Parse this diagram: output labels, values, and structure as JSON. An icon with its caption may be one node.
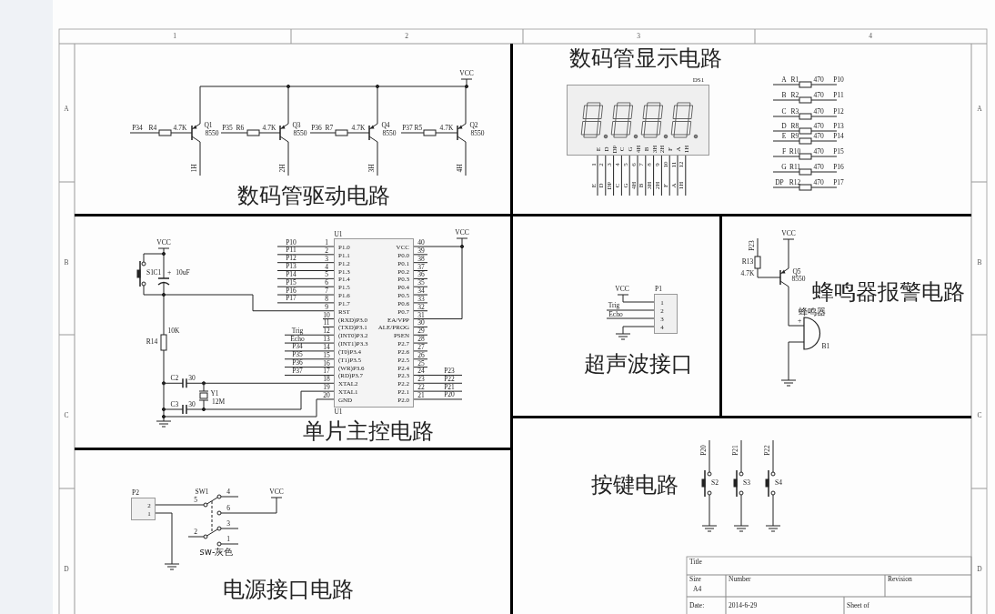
{
  "diagram": {
    "nodes": [
      {
        "text": [
          "数码管驱动电路"
        ]
      },
      {
        "text": [
          "数码管显示电路"
        ]
      },
      {
        "text": [
          "E",
          "D",
          "DP",
          "C",
          "G",
          "4H",
          "B",
          "3H",
          "2H",
          "F",
          "A",
          "1H"
        ],
        "in": 1,
        "beside": [
          "DS1",
          "1",
          "2",
          "3",
          "4",
          "5",
          "6",
          "7",
          "8",
          "9",
          "10",
          "11",
          "12",
          "E",
          "D",
          "DP",
          "C",
          "G",
          "4H",
          "B",
          "3H",
          "2H",
          "F",
          "A",
          "1H"
        ]
      },
      {
        "text": [
          "单片主控电路"
        ]
      },
      {
        "text": [
          "P1.0",
          "P1.1",
          "P1.2",
          "P1.3",
          "P1.4",
          "P1.5",
          "P1.6",
          "P1.7",
          "RST",
          "(RXD)P3.0",
          "(TXD)P3.1",
          "(INT0)P3.2",
          "(INT1)P3.3",
          "(T0)P3.4",
          "(T1)P3.5",
          "(WR)P3.6",
          "(RD)P3.7",
          "XTAL2",
          "XTAL1",
          "GND",
          "VCC",
          "P0.0",
          "P0.1",
          "P0.2",
          "P0.3",
          "P0.4",
          "P0.5",
          "P0.6",
          "P0.7",
          "EA/VPP",
          "ALE/PROG",
          "PSEN",
          "P2.7",
          "P2.6",
          "P2.5",
          "P2.4",
          "P2.3",
          "P2.2",
          "P2.1",
          "P2.0"
        ],
        "in": 3,
        "beside": [
          "U1",
          "U1",
          "1",
          "2",
          "3",
          "4",
          "5",
          "6",
          "7",
          "8",
          "9",
          "10",
          "11",
          "12",
          "13",
          "14",
          "15",
          "16",
          "17",
          "18",
          "19",
          "20",
          "40",
          "39",
          "38",
          "37",
          "36",
          "35",
          "34",
          "33",
          "32",
          "31",
          "30",
          "29",
          "28",
          "27",
          "26",
          "25",
          "24",
          "23",
          "22",
          "21"
        ]
      },
      {
        "text": [
          "超声波接口"
        ]
      },
      {
        "text": [
          "1",
          "2",
          "3",
          "4"
        ],
        "in": 5,
        "beside": [
          "P1"
        ]
      },
      {
        "text": [
          "蜂鸣器报警电路"
        ]
      },
      {
        "text": [
          "电源接口电路"
        ]
      },
      {
        "text": [
          "2",
          "1"
        ],
        "in": 8,
        "beside": [
          "P2"
        ]
      },
      {
        "text": [
          "按键电路"
        ]
      }
    ],
    "labels": [
      "1",
      "2",
      "3",
      "4",
      "A",
      "A",
      "B",
      "B",
      "C",
      "C",
      "D",
      "D",
      "VCC",
      "P34",
      "R4",
      "4.7K",
      "Q1",
      "8550",
      "P35",
      "R6",
      "4.7K",
      "Q3",
      "8550",
      "P36",
      "R7",
      "4.7K",
      "Q4",
      "8550",
      "P37",
      "R5",
      "4.7K",
      "Q2",
      "8550",
      "1H",
      "2H",
      "3H",
      "4H",
      "A",
      "R1",
      "470",
      "P10",
      "B",
      "R2",
      "470",
      "P11",
      "C",
      "R3",
      "470",
      "P12",
      "D",
      "R8",
      "470",
      "P13",
      "E",
      "R9",
      "470",
      "P14",
      "F",
      "R10",
      "470",
      "P15",
      "G",
      "R11",
      "470",
      "P16",
      "DP",
      "R12",
      "470",
      "P17",
      "VCC",
      "S1",
      "C1",
      "+",
      "10uF",
      "10K",
      "R14",
      "C2",
      "30",
      "Y1",
      "C3",
      "30",
      "12M",
      "P10",
      "P11",
      "P12",
      "P13",
      "P14",
      "P15",
      "P16",
      "P17",
      "Trig",
      "Echo",
      "P34",
      "P35",
      "P36",
      "P37",
      "VCC",
      "P23",
      "P22",
      "P21",
      "P20",
      "VCC",
      "Trig",
      "Echo",
      "VCC",
      "P23",
      "R13",
      "4.7K",
      "Q5",
      "8550",
      "蜂鸣器",
      "+",
      "B1",
      "SW1",
      "4",
      "5",
      "6",
      "VCC",
      "2",
      "3",
      "1",
      "sw-灰色",
      "P20",
      "P21",
      "P22",
      "S2",
      "S3",
      "S4",
      "Title",
      "Size",
      "Number",
      "Revision",
      "A4",
      "Date:",
      "2014-6-29",
      "Sheet of"
    ]
  }
}
